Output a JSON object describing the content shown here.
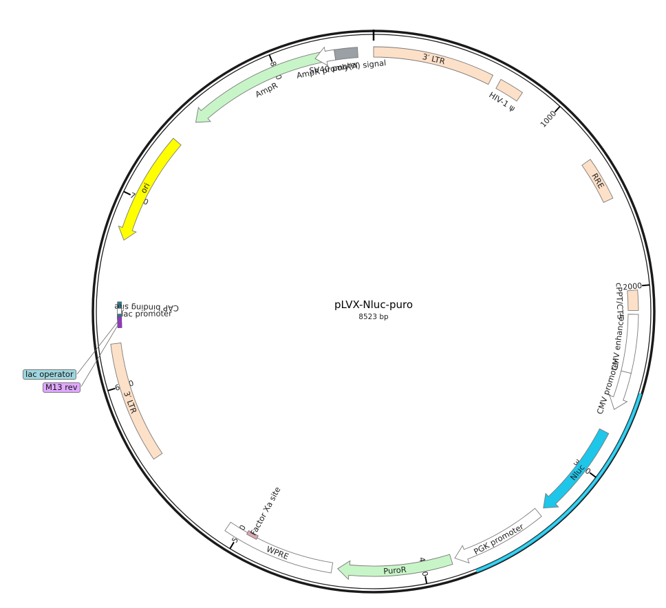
{
  "plasmid": {
    "name": "pLVX-Nluc-puro",
    "length_label": "8523 bp",
    "length": 8523
  },
  "ticks": [
    {
      "bp": 1000,
      "label": "1000"
    },
    {
      "bp": 2000,
      "label": "2000"
    },
    {
      "bp": 3000,
      "label": "3000"
    },
    {
      "bp": 4000,
      "label": "4000"
    },
    {
      "bp": 5000,
      "label": "5000"
    },
    {
      "bp": 6000,
      "label": "6000"
    },
    {
      "bp": 7000,
      "label": "7000"
    },
    {
      "bp": 8000,
      "label": "8000"
    }
  ],
  "features": [
    {
      "name": "3' LTR",
      "label": "3′ LTR",
      "start": 0,
      "end": 634,
      "dir": 0,
      "color": "#fde0c8",
      "labelPos": "inside"
    },
    {
      "name": "HIV-1 Psi",
      "label": "HIV-1 ψ",
      "start": 680,
      "end": 810,
      "dir": 0,
      "color": "#fde0c8",
      "labelPos": "inner"
    },
    {
      "name": "RRE",
      "label": "RRE",
      "start": 1300,
      "end": 1530,
      "dir": 0,
      "color": "#fde0c8",
      "labelPos": "inside"
    },
    {
      "name": "cPPT/CTS",
      "label": "cPPT/CTS",
      "start": 2020,
      "end": 2125,
      "dir": 0,
      "color": "#fde0c8",
      "labelPos": "inner"
    },
    {
      "name": "CMV enhancer",
      "label": "CMV enhancer",
      "start": 2145,
      "end": 2450,
      "dir": 0,
      "color": "#ffffff",
      "labelPos": "inner"
    },
    {
      "name": "CMV promoter",
      "label": "CMV promoter",
      "start": 2450,
      "end": 2655,
      "dir": 1,
      "color": "#ffffff",
      "labelPos": "inner"
    },
    {
      "name": "Nluc",
      "label": "Nluc",
      "start": 2780,
      "end": 3295,
      "dir": 1,
      "color": "#1ec6ea",
      "labelPos": "inside"
    },
    {
      "name": "PGK promoter",
      "label": "PGK promoter",
      "start": 3330,
      "end": 3830,
      "dir": 1,
      "color": "#ffffff",
      "labelPos": "inside"
    },
    {
      "name": "PuroR",
      "label": "PuroR",
      "start": 3850,
      "end": 4450,
      "dir": 1,
      "color": "#c8f5c8",
      "labelPos": "inside"
    },
    {
      "name": "WPRE",
      "label": "WPRE",
      "start": 4480,
      "end": 5070,
      "dir": 0,
      "color": "#ffffff",
      "labelPos": "inside"
    },
    {
      "name": "3' LTR 2",
      "label": "3′ LTR",
      "start": 5590,
      "end": 6225,
      "dir": 0,
      "color": "#fde0c8",
      "labelPos": "inside"
    },
    {
      "name": "ori",
      "label": "ori",
      "start": 6770,
      "end": 7360,
      "dir": -1,
      "color": "#ffff00",
      "labelPos": "inside"
    },
    {
      "name": "AmpR",
      "label": "AmpR",
      "start": 7500,
      "end": 8325,
      "dir": -1,
      "color": "#c8f5c8",
      "labelPos": "inner"
    },
    {
      "name": "AmpR promoter",
      "label": "AmpR promoter",
      "start": 8215,
      "end": 8320,
      "dir": -1,
      "color": "#ffffff",
      "labelPos": "inner"
    },
    {
      "name": "SV40 poly(A) signal",
      "label": "SV40 poly(A) signal",
      "start": 8320,
      "end": 8440,
      "dir": 0,
      "color": "#9aa0a6",
      "labelPos": "outer-inner"
    }
  ],
  "small_features": [
    {
      "name": "CAP binding site",
      "label": "CAP binding site",
      "bp": 6415,
      "color": "#2d7a8c"
    },
    {
      "name": "lac promoter",
      "label": "lac promoter",
      "bp": 6380,
      "color": "#ffffff"
    },
    {
      "name": "lac operator",
      "label": "lac operator",
      "bp": 6350,
      "color": "#2d7a8c"
    },
    {
      "name": "M13 rev",
      "label": "M13 rev",
      "bp": 6335,
      "color": "#9933cc"
    },
    {
      "name": "Factor Xa site",
      "label": "Factor Xa site",
      "bp": 4935,
      "color": "#d9a7b0"
    }
  ],
  "highlight_arc": {
    "start": 2535,
    "end": 3750,
    "color": "#1ec6ea"
  },
  "outside_tags": [
    {
      "name": "lac operator",
      "label": "lac operator",
      "color": "#9ed6df"
    },
    {
      "name": "M13 rev",
      "label": "M13 rev",
      "color": "#e0a8ff"
    }
  ]
}
